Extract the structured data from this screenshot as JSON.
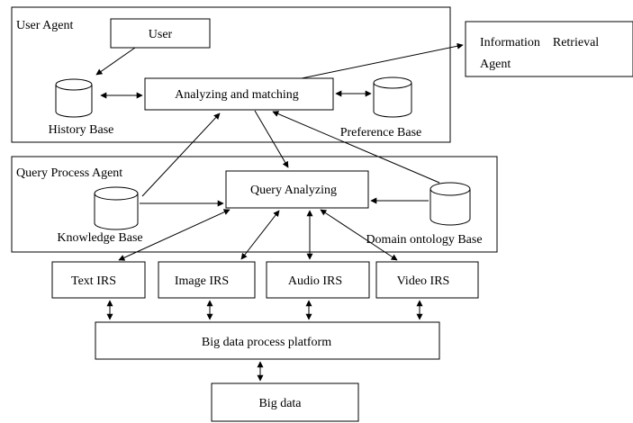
{
  "diagram": {
    "user_agent": {
      "title": "User Agent",
      "user": "User",
      "analyzing_matching": "Analyzing and matching",
      "history_base": "History Base",
      "preference_base": "Preference Base"
    },
    "information_retrieval": {
      "line1": "Information    Retrieval",
      "line2": "Agent"
    },
    "query_process_agent": {
      "title": "Query Process Agent",
      "query_analyzing": "Query Analyzing",
      "knowledge_base": "Knowledge Base",
      "domain_ontology_base": "Domain ontology Base"
    },
    "irs": {
      "text": "Text IRS",
      "image": "Image IRS",
      "audio": "Audio IRS",
      "video": "Video IRS"
    },
    "platform": "Big data process platform",
    "big_data": "Big data"
  }
}
